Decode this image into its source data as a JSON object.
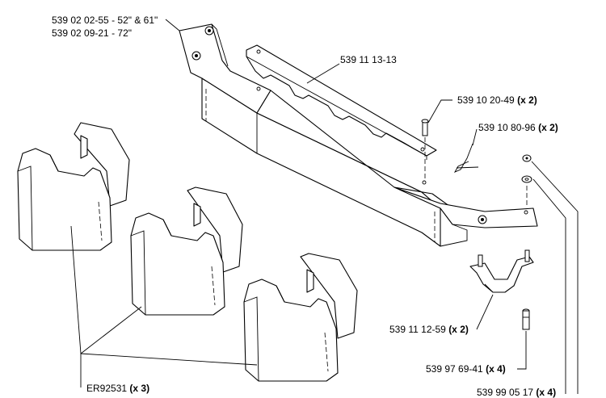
{
  "labels": {
    "bracket_a": "539 02 02-55 - 52\" & 61\"",
    "bracket_b": "539 02 09-21 - 72\"",
    "plate": "539 11 13-13",
    "pin": {
      "part": "539 10 20-49",
      "qty": "(x 2)"
    },
    "clip": {
      "part": "539 10 80-96",
      "qty": "(x 2)"
    },
    "strap": {
      "part": "539 11 12-59",
      "qty": "(x 2)"
    },
    "bolt": {
      "part": "539 97 69-41",
      "qty": "(x 4)"
    },
    "nut": {
      "part": "539 99 05 17",
      "qty": "(x 4)"
    },
    "weight": {
      "part": "ER92531",
      "qty": "(x 3)"
    }
  }
}
